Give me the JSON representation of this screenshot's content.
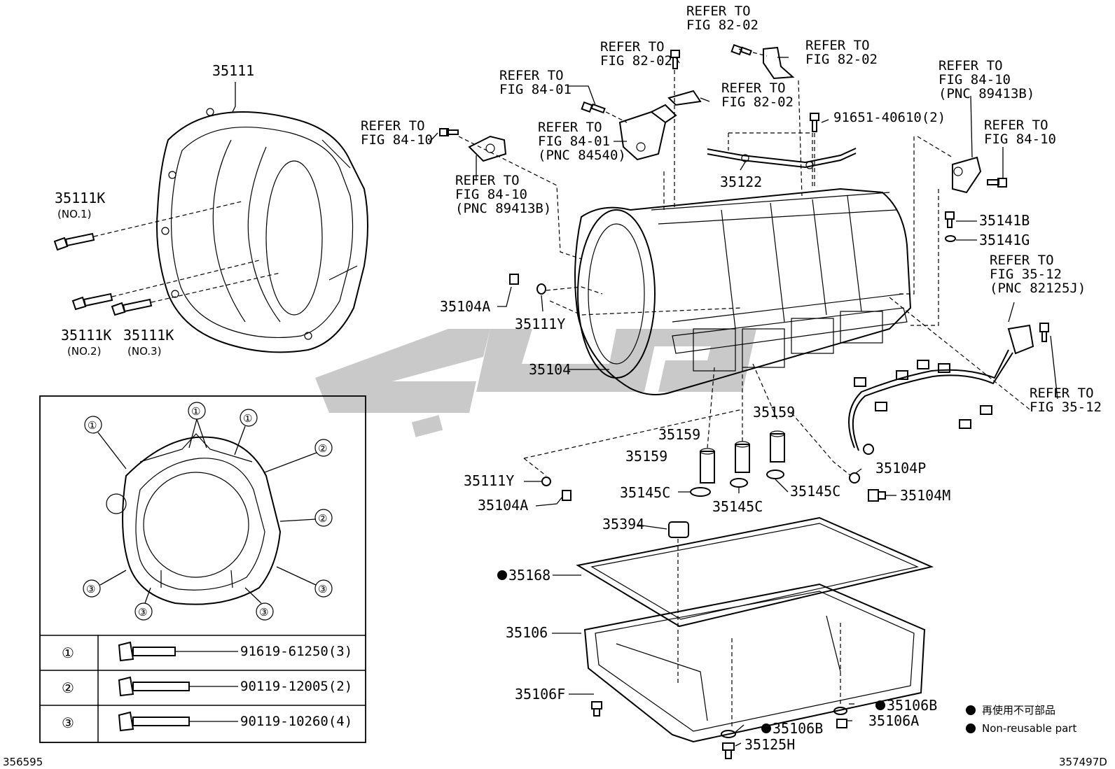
{
  "watermark_text": "",
  "callouts": {
    "refer_fig_82_02_a": [
      "REFER TO",
      "FIG 82-02"
    ],
    "refer_fig_82_02_b": [
      "REFER TO",
      "FIG 82-02"
    ],
    "refer_fig_82_02_c": [
      "REFER TO",
      "FIG 82-02"
    ],
    "refer_fig_82_02_d": [
      "REFER TO",
      "FIG 82-02"
    ],
    "refer_fig_84_01_a": [
      "REFER TO",
      "FIG 84-01"
    ],
    "refer_fig_84_01_b": [
      "REFER TO",
      "FIG 84-01",
      "(PNC 84540)"
    ],
    "refer_fig_84_10_a": [
      "REFER TO",
      "FIG 84-10"
    ],
    "refer_fig_84_10_b": [
      "REFER TO",
      "FIG 84-10",
      "(PNC 89413B)"
    ],
    "refer_fig_84_10_c": [
      "REFER TO",
      "FIG 84-10",
      "(PNC 89413B)"
    ],
    "refer_fig_84_10_d": [
      "REFER TO",
      "FIG 84-10"
    ],
    "refer_fig_35_12_a": [
      "REFER TO",
      "FIG 35-12",
      "(PNC 82125J)"
    ],
    "refer_fig_35_12_b": [
      "REFER TO",
      "FIG 35-12"
    ]
  },
  "parts": {
    "p35111": "35111",
    "p35111k_1": "35111K",
    "p35111k_1_note": "(NO.1)",
    "p35111k_2": "35111K",
    "p35111k_2_note": "(NO.2)",
    "p35111k_3": "35111K",
    "p35111k_3_note": "(NO.3)",
    "p91651": "91651-40610(2)",
    "p35122": "35122",
    "p35141b": "35141B",
    "p35141g": "35141G",
    "p35104a_top": "35104A",
    "p35111y_top": "35111Y",
    "p35104": "35104",
    "p35159_a": "35159",
    "p35159_b": "35159",
    "p35159_c": "35159",
    "p35111y_bottom": "35111Y",
    "p35104a_bottom": "35104A",
    "p35145c_a": "35145C",
    "p35145c_b": "35145C",
    "p35145c_c": "35145C",
    "p35104p": "35104P",
    "p35104m": "35104M",
    "p35394": "35394",
    "p35168": "35168",
    "p35106": "35106",
    "p35106f": "35106F",
    "p35106b_a": "35106B",
    "p35106b_b": "35106B",
    "p35106a": "35106A",
    "p35125h": "35125H"
  },
  "bolt_table": {
    "rows": [
      {
        "mark": "①",
        "part": "91619-61250(3)"
      },
      {
        "mark": "②",
        "part": "90119-12005(2)"
      },
      {
        "mark": "③",
        "part": "90119-10260(4)"
      }
    ],
    "inset_marks": [
      "①",
      "①",
      "①",
      "②",
      "②",
      "③",
      "③",
      "③",
      "③"
    ]
  },
  "legend": {
    "line1": "再使用不可部品",
    "line2": "Non-reusable part"
  },
  "footer": {
    "left_code": "356595",
    "right_code": "357497D"
  }
}
